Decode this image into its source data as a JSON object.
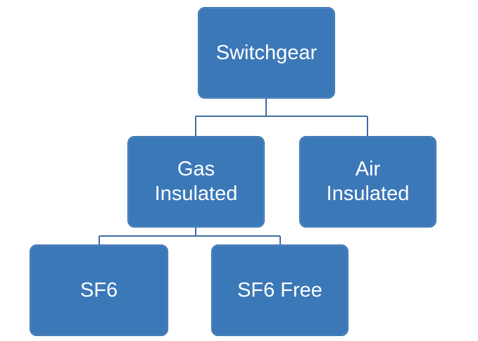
{
  "diagram": {
    "nodes": {
      "root": {
        "label": "Switchgear"
      },
      "gas_insulated": {
        "label": "Gas\nInsulated"
      },
      "air_insulated": {
        "label": "Air\nInsulated"
      },
      "sf6": {
        "label": "SF6"
      },
      "sf6_free": {
        "label": "SF6 Free"
      }
    },
    "edges": [
      {
        "from": "Switchgear",
        "to": "Gas Insulated"
      },
      {
        "from": "Switchgear",
        "to": "Air Insulated"
      },
      {
        "from": "Gas Insulated",
        "to": "SF6"
      },
      {
        "from": "Gas Insulated",
        "to": "SF6 Free"
      }
    ],
    "colors": {
      "node_fill": "#3b78b8",
      "node_text": "#ffffff",
      "connector": "#3e6ea1",
      "background": "#ffffff"
    }
  }
}
